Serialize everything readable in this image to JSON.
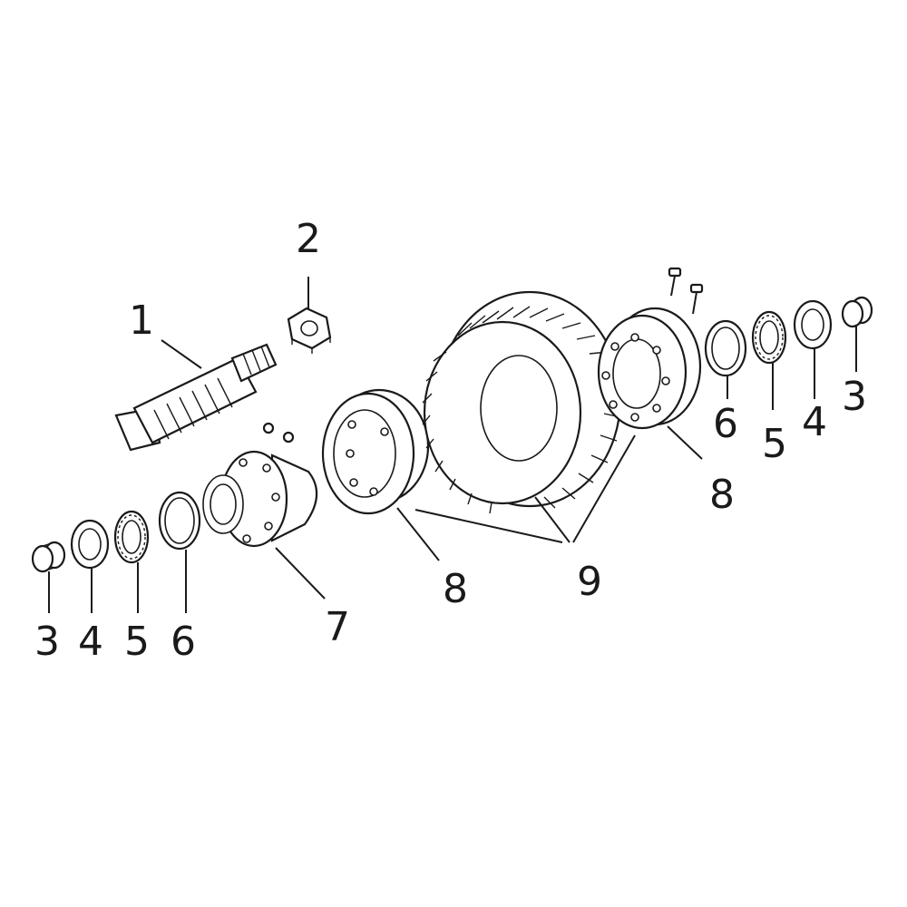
{
  "callouts": {
    "shaft_left": "1",
    "nut_top": "2",
    "cap_left": "3",
    "race_left": "4",
    "bearing_left": "5",
    "ring_left": "6",
    "hub_center": "7",
    "flange_center": "8",
    "cage": "9",
    "flange_right": "8",
    "ring_right": "6",
    "bearing_right": "5",
    "race_right": "4",
    "cap_right": "3"
  }
}
